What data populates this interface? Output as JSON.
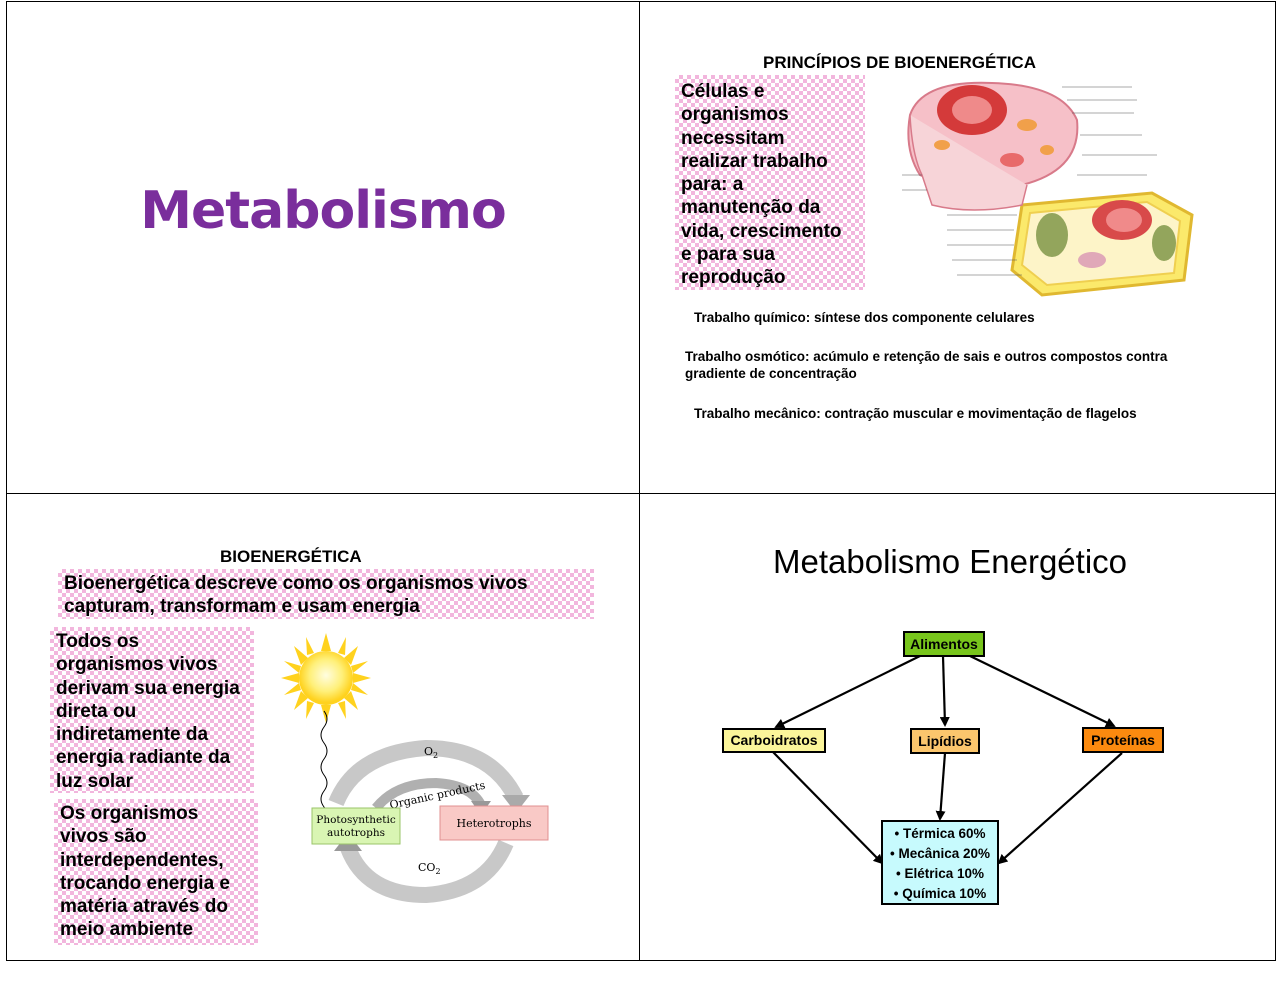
{
  "slide1": {
    "title": "Metabolismo"
  },
  "slide2": {
    "heading": "PRINCÍPIOS DE BIOENERGÉTICA",
    "box_lines": [
      "Células e",
      "organismos",
      "necessitam",
      "realizar trabalho",
      "para: a",
      "manutenção da",
      "vida, crescimento",
      "e para sua",
      "reprodução"
    ],
    "work_items": [
      {
        "text": "Trabalho químico: síntese dos componente celulares"
      },
      {
        "line1": "Trabalho osmótico: acúmulo e retenção de sais e outros compostos contra",
        "line2": "gradiente de concentração"
      },
      {
        "text": "Trabalho mecânico: contração muscular e movimentação de flagelos"
      }
    ]
  },
  "slide3": {
    "heading": "BIOENERGÉTICA",
    "intro_lines": [
      "Bioenergética descreve como os organismos vivos",
      "capturam, transformam e usam energia"
    ],
    "box1_lines": [
      "Todos os",
      "organismos vivos",
      "derivam sua energia",
      "direta ou",
      "indiretamente da",
      "energia radiante da",
      "luz solar"
    ],
    "box2_lines": [
      "Os organismos",
      "vivos são",
      "interdependentes,",
      "trocando energia e",
      "matéria através do",
      "meio ambiente"
    ],
    "cycle": {
      "o2": "O",
      "o2_sub": "2",
      "co2": "CO",
      "co2_sub": "2",
      "organic": "Organic products",
      "auto_line1": "Photosynthetic",
      "auto_line2": "autotrophs",
      "hetero": "Heterotrophs"
    }
  },
  "slide4": {
    "title": "Metabolismo Energético",
    "top": "Alimentos",
    "left": "Carboidratos",
    "middle": "Lipídios",
    "right": "Proteínas",
    "outputs": [
      "• Térmica 60%",
      "• Mecânica 20%",
      "• Elétrica 10%",
      "• Química 10%"
    ],
    "colors": {
      "alimentos": "#78c51c",
      "carboidratos": "#fbf59a",
      "lipidios": "#fbc66d",
      "proteinas": "#fb8a0f",
      "outputs": "#c7fafd"
    }
  }
}
